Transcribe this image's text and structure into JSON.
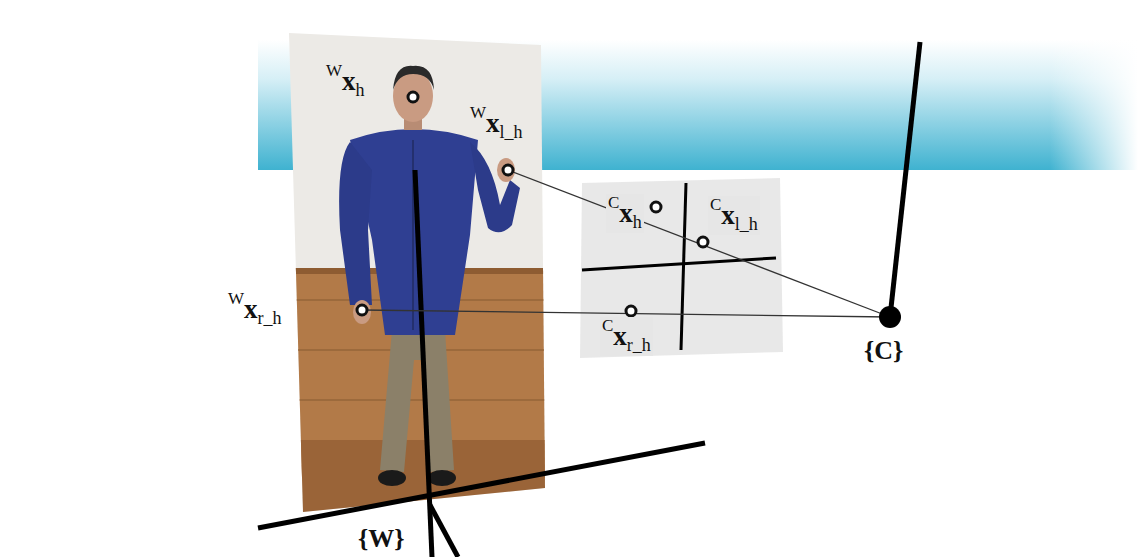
{
  "diagram": {
    "labels": [
      "W",
      "x",
      "h",
      "W",
      "x",
      "l_h",
      "C",
      "x",
      "h",
      "C",
      "x",
      "l_h",
      "W",
      "x",
      "r_h",
      "C",
      "x",
      "r_h",
      "{C}",
      "{W}"
    ]
  }
}
